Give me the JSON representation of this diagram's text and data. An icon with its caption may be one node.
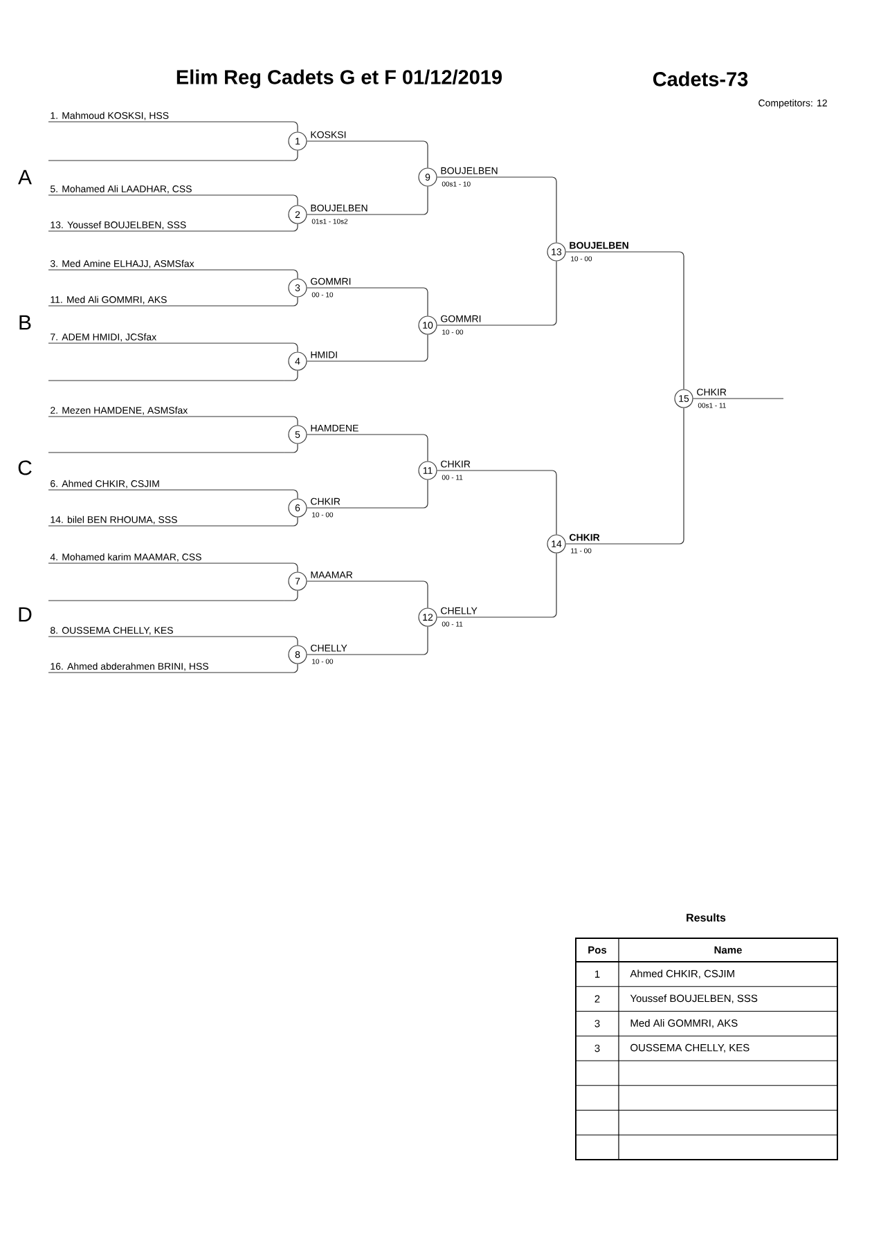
{
  "diagram": {
    "title": "Elim Reg Cadets G et F 01/12/2019",
    "nodes": [
      {
        "text": [
          "1. Mahmoud KOSKSI, HSS"
        ]
      },
      {
        "text": [
          "5. Mohamed Ali LAADHAR, CSS"
        ]
      },
      {
        "text": [
          "13. Youssef BOUJELBEN, SSS"
        ]
      },
      {
        "text": [
          "3. Med Amine ELHAJJ, ASMSfax"
        ]
      },
      {
        "text": [
          "11. Med Ali GOMMRI, AKS"
        ]
      },
      {
        "text": [
          "7. ADEM HMIDI, JCSfax"
        ]
      },
      {
        "text": [
          "2. Mezen HAMDENE, ASMSfax"
        ]
      },
      {
        "text": [
          "6. Ahmed CHKIR, CSJIM"
        ]
      },
      {
        "text": [
          "14. bilel BEN RHOUMA, SSS"
        ]
      },
      {
        "text": [
          "4. Mohamed karim MAAMAR, CSS"
        ]
      },
      {
        "text": [
          "8. OUSSEMA CHELLY, KES"
        ]
      },
      {
        "text": [
          "16. Ahmed abderahmen BRINI, HSS"
        ]
      },
      {
        "text": [
          "1"
        ],
        "beside": [
          "KOSKSI"
        ]
      },
      {
        "text": [
          "2"
        ],
        "beside": [
          "BOUJELBEN",
          "01s1 - 10s2"
        ]
      },
      {
        "text": [
          "3"
        ],
        "beside": [
          "GOMMRI",
          "00 - 10"
        ]
      },
      {
        "text": [
          "4"
        ],
        "beside": [
          "HMIDI"
        ]
      },
      {
        "text": [
          "5"
        ],
        "beside": [
          "HAMDENE"
        ]
      },
      {
        "text": [
          "6"
        ],
        "beside": [
          "CHKIR",
          "10 - 00"
        ]
      },
      {
        "text": [
          "7"
        ],
        "beside": [
          "MAAMAR"
        ]
      },
      {
        "text": [
          "8"
        ],
        "beside": [
          "CHELLY",
          "10 - 00"
        ]
      },
      {
        "text": [
          "9"
        ],
        "beside": [
          "BOUJELBEN",
          "00s1 - 10"
        ]
      },
      {
        "text": [
          "10"
        ],
        "beside": [
          "GOMMRI",
          "10 - 00"
        ]
      },
      {
        "text": [
          "11"
        ],
        "beside": [
          "CHKIR",
          "00 - 11"
        ]
      },
      {
        "text": [
          "12"
        ],
        "beside": [
          "CHELLY",
          "00 - 11"
        ]
      },
      {
        "text": [
          "13"
        ],
        "beside": [
          "BOUJELBEN",
          "10 - 00"
        ]
      },
      {
        "text": [
          "14"
        ],
        "beside": [
          "CHKIR",
          "11 - 00"
        ]
      },
      {
        "text": [
          "15"
        ],
        "beside": [
          "CHKIR",
          "00s1 - 11"
        ]
      },
      {
        "text": [],
        "shape": "line"
      },
      {
        "text": [],
        "shape": "line"
      },
      {
        "text": [],
        "shape": "line"
      },
      {
        "text": [],
        "shape": "line"
      }
    ],
    "edges": [
      {
        "from": 0,
        "to": 12,
        "arrow": "none"
      },
      {
        "from": 27,
        "to": 12,
        "arrow": "none"
      },
      {
        "from": 1,
        "to": 13,
        "arrow": "none"
      },
      {
        "from": 2,
        "to": 13,
        "arrow": "none"
      },
      {
        "from": 3,
        "to": 14,
        "arrow": "none"
      },
      {
        "from": 4,
        "to": 14,
        "arrow": "none"
      },
      {
        "from": 5,
        "to": 15,
        "arrow": "none"
      },
      {
        "from": 28,
        "to": 15,
        "arrow": "none"
      },
      {
        "from": 6,
        "to": 16,
        "arrow": "none"
      },
      {
        "from": 29,
        "to": 16,
        "arrow": "none"
      },
      {
        "from": 7,
        "to": 17,
        "arrow": "none"
      },
      {
        "from": 8,
        "to": 17,
        "arrow": "none"
      },
      {
        "from": 9,
        "to": 18,
        "arrow": "none"
      },
      {
        "from": 30,
        "to": 18,
        "arrow": "none"
      },
      {
        "from": 10,
        "to": 19,
        "arrow": "none"
      },
      {
        "from": 11,
        "to": 19,
        "arrow": "none"
      },
      {
        "from": 12,
        "to": 20,
        "arrow": "none"
      },
      {
        "from": 13,
        "to": 20,
        "arrow": "none"
      },
      {
        "from": 14,
        "to": 21,
        "arrow": "none"
      },
      {
        "from": 15,
        "to": 21,
        "arrow": "none"
      },
      {
        "from": 16,
        "to": 22,
        "arrow": "none"
      },
      {
        "from": 17,
        "to": 22,
        "arrow": "none"
      },
      {
        "from": 18,
        "to": 23,
        "arrow": "none"
      },
      {
        "from": 19,
        "to": 23,
        "arrow": "none"
      },
      {
        "from": 20,
        "to": 24,
        "arrow": "none"
      },
      {
        "from": 21,
        "to": 24,
        "arrow": "none"
      },
      {
        "from": 22,
        "to": 25,
        "arrow": "none"
      },
      {
        "from": 23,
        "to": 25,
        "arrow": "none"
      },
      {
        "from": 24,
        "to": 26,
        "arrow": "none"
      },
      {
        "from": 25,
        "to": 26,
        "arrow": "none"
      },
      {
        "from": 26,
        "to": null,
        "arrow": "none"
      }
    ],
    "labels": [
      "Cadets-73",
      "Competitors: 12",
      "A",
      "B",
      "C",
      "D",
      "Results",
      "Pos",
      "Name",
      "1",
      "Ahmed CHKIR, CSJIM",
      "2",
      "Youssef BOUJELBEN, SSS",
      "3",
      "Med Ali GOMMRI, AKS",
      "3",
      "OUSSEMA CHELLY, KES"
    ]
  }
}
